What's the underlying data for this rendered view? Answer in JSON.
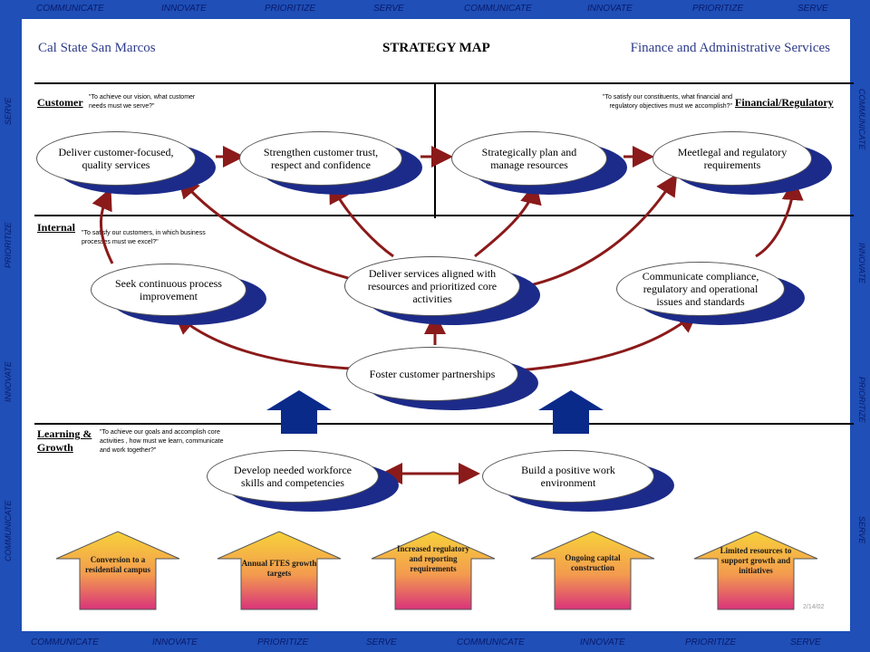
{
  "frame": {
    "top": [
      "COMMUNICATE",
      "INNOVATE",
      "PRIORITIZE",
      "SERVE",
      "COMMUNICATE",
      "INNOVATE",
      "PRIORITIZE",
      "SERVE"
    ],
    "bottom": [
      "COMMUNICATE",
      "INNOVATE",
      "PRIORITIZE",
      "SERVE",
      "COMMUNICATE",
      "INNOVATE",
      "PRIORITIZE",
      "SERVE"
    ],
    "left": [
      "SERVE",
      "PRIORITIZE",
      "INNOVATE",
      "COMMUNICATE"
    ],
    "right": [
      "COMMUNICATE",
      "INNOVATE",
      "PRIORITIZE",
      "SERVE"
    ]
  },
  "header": {
    "left": "Cal State San Marcos",
    "center": "STRATEGY MAP",
    "right": "Finance and Administrative Services"
  },
  "sections": {
    "customer": {
      "label": "Customer",
      "note": "\"To achieve our vision, what customer needs must we serve?\""
    },
    "financial": {
      "label": "Financial/Regulatory",
      "note": "\"To satisfy our constituents, what financial and regulatory objectives must we accomplish?\""
    },
    "internal": {
      "label": "Internal",
      "note": "\"To satisfy our customers, in which business processes must we excel?\""
    },
    "learning": {
      "label1": "Learning &",
      "label2": "Growth",
      "note": "\"To achieve our goals   and accomplish core activities , how must we learn, communicate and work together?\""
    }
  },
  "ovals": {
    "deliver_quality": "Deliver customer-focused, quality services",
    "strengthen_trust": "Strengthen customer trust, respect and confidence",
    "plan_resources": "Strategically plan and manage resources",
    "meet_legal": "Meetlegal and regulatory requirements",
    "seek_improvement": "Seek continuous process improvement",
    "deliver_aligned": "Deliver services aligned with resources and prioritized core activities",
    "communicate_compliance": "Communicate compliance, regulatory and operational issues and standards",
    "foster_partnerships": "Foster customer partnerships",
    "develop_skills": "Develop needed workforce skills and competencies",
    "positive_env": "Build a positive work environment"
  },
  "drivers": [
    "Conversion to a residential campus",
    "Annual FTES growth targets",
    "Increased regulatory and reporting requirements",
    "Ongoing capital construction",
    "Limited resources to support growth and initiatives"
  ],
  "stamp": "2/14/02",
  "colors": {
    "frame": "#1f4fb7",
    "connector": "#8b1a1a",
    "oval_shadow": "#1c2b8a",
    "up_arrow": "#0a2a8a"
  }
}
